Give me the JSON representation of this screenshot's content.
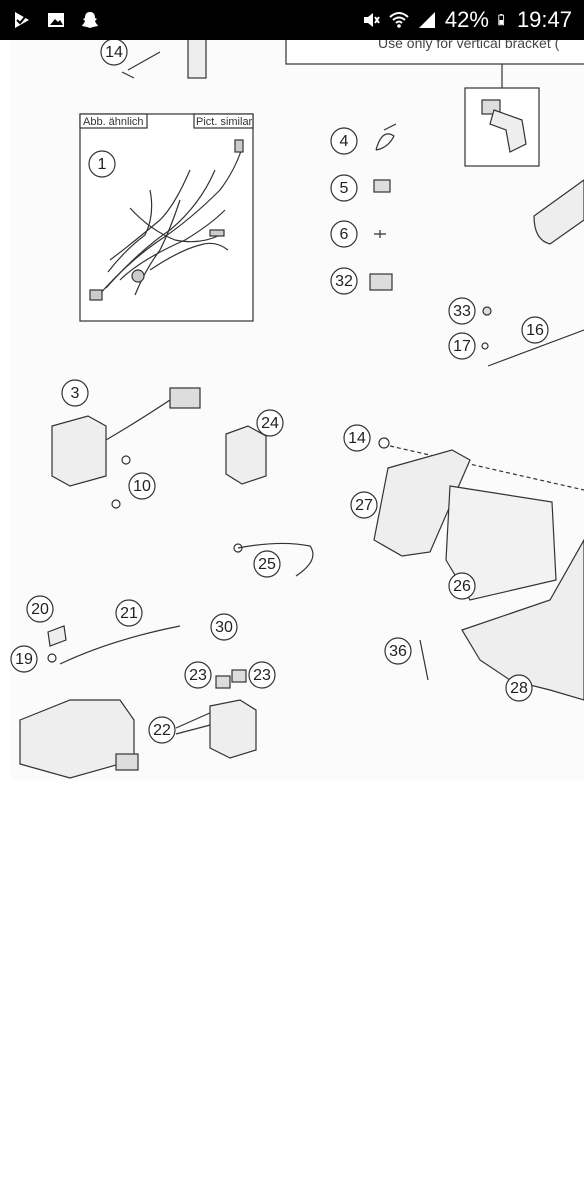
{
  "status_bar": {
    "battery_percent": "42%",
    "time": "19:47",
    "icons": [
      "play-check-icon",
      "image-icon",
      "snapchat-icon",
      "mute-icon",
      "wifi-icon",
      "signal-icon",
      "battery-icon"
    ]
  },
  "diagram": {
    "header_text": "Use only for vertical bracket (",
    "inset_labels": {
      "left": "Abb. ähnlich",
      "right": "Pict. similar"
    },
    "callouts": [
      "14",
      "1",
      "4",
      "5",
      "6",
      "32",
      "33",
      "17",
      "16",
      "3",
      "24",
      "10",
      "14",
      "27",
      "26",
      "25",
      "20",
      "21",
      "30",
      "19",
      "23",
      "23",
      "36",
      "28",
      "22"
    ]
  },
  "colors": {
    "status_bg": "#000000",
    "status_fg": "#ffffff",
    "paper": "#fbfbfb",
    "line": "#333333"
  }
}
